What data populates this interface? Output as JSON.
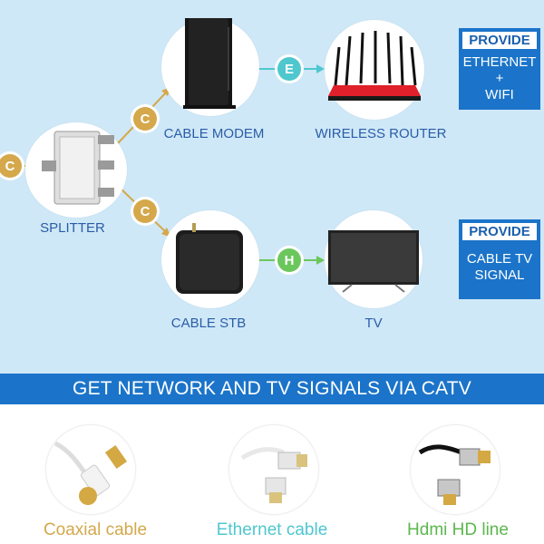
{
  "devices": {
    "modem_label": "CABLE MODEM",
    "router_label": "WIRELESS ROUTER",
    "splitter_label": "SPLITTER",
    "stb_label": "CABLE STB",
    "tv_label": "TV"
  },
  "badges": {
    "coax": "C",
    "ethernet": "E",
    "hdmi": "H"
  },
  "provide_top": {
    "header": "PROVIDE",
    "line1": "ETHERNET",
    "line2": "+",
    "line3": "WIFI"
  },
  "provide_bottom": {
    "header": "PROVIDE",
    "line1": "CABLE TV",
    "line2": "SIGNAL"
  },
  "banner": "GET NETWORK AND TV SIGNALS VIA CATV",
  "cables": {
    "coax": "Coaxial cable",
    "ethernet": "Ethernet cable",
    "hdmi": "Hdmi HD line"
  },
  "colors": {
    "background": "#cfe8f7",
    "banner": "#1b74c9",
    "label": "#2a5da8",
    "coax": "#d4a84b",
    "ethernet": "#4fc7cf",
    "hdmi": "#6bc75c"
  }
}
